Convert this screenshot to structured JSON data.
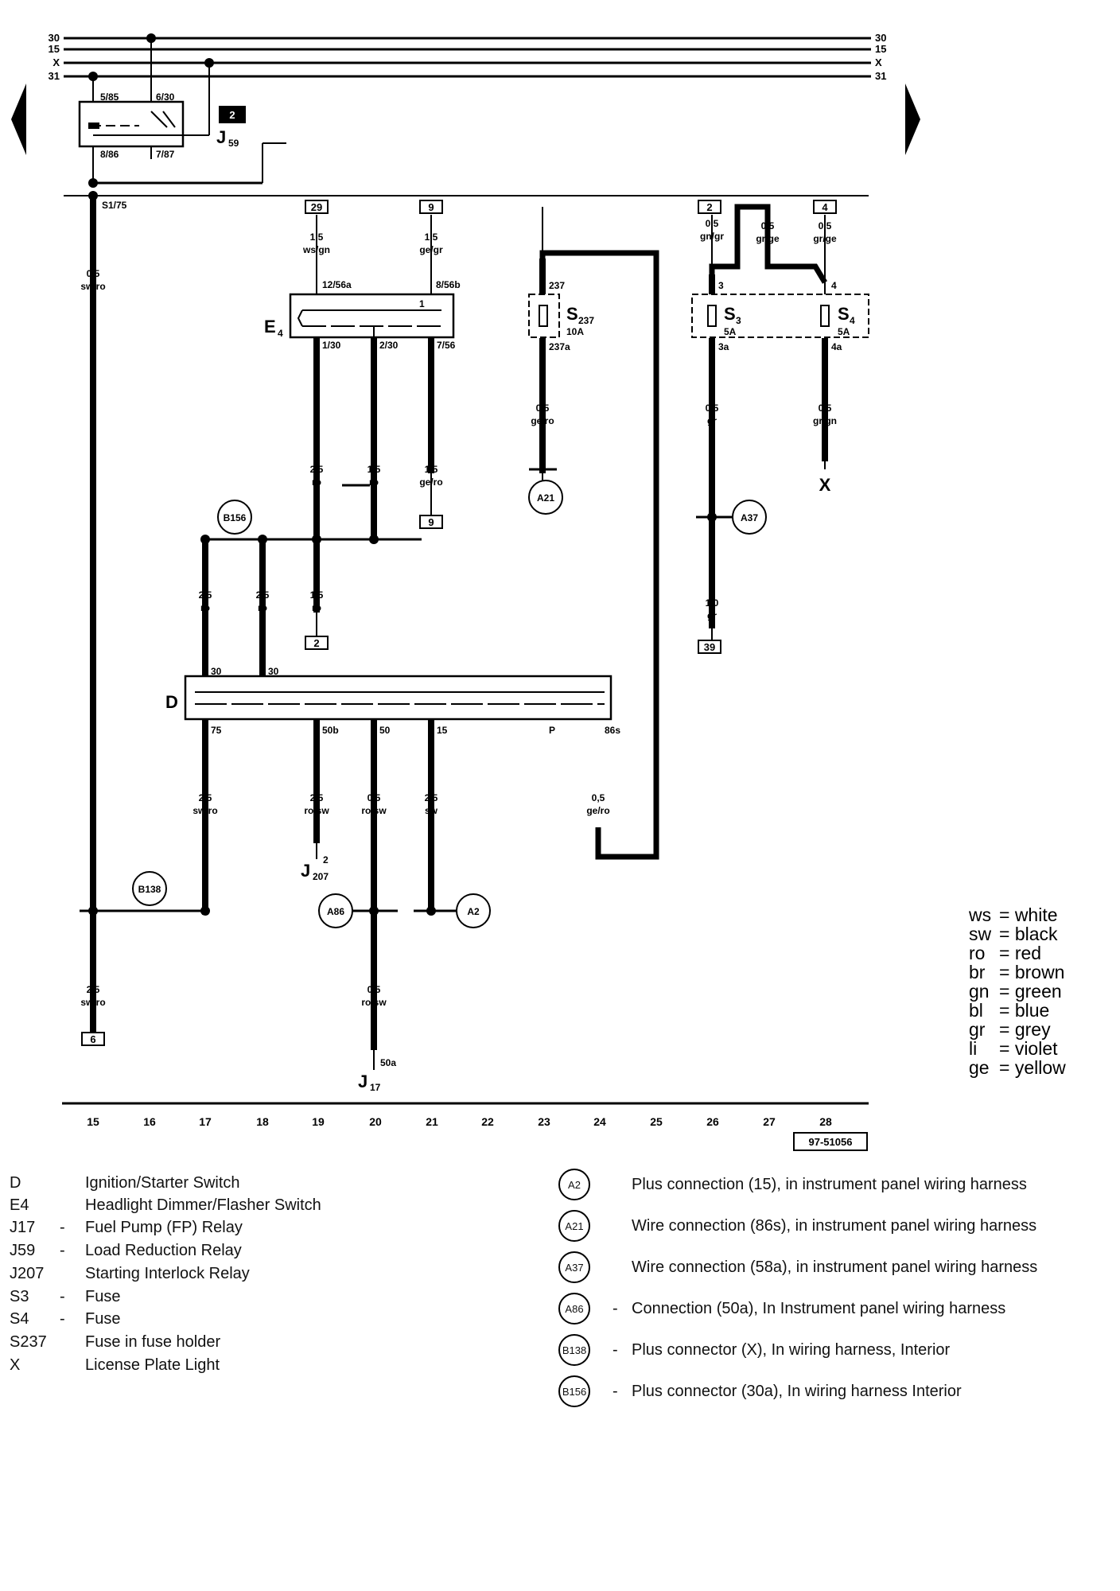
{
  "bus": [
    {
      "left": "30",
      "right": "30"
    },
    {
      "left": "15",
      "right": "15"
    },
    {
      "left": "X",
      "right": "X"
    },
    {
      "left": "31",
      "right": "31"
    }
  ],
  "components": {
    "J59": {
      "name": "J",
      "sub": "59",
      "badge": "2",
      "pins": [
        "5/85",
        "6/30",
        "8/86",
        "7/87"
      ]
    },
    "E4": {
      "name": "E",
      "sub": "4",
      "pins": [
        "12/56a",
        "8/56b",
        "1/30",
        "2/30",
        "7/56",
        "1"
      ]
    },
    "S237": {
      "name": "S",
      "sub": "237",
      "rating": "10A",
      "pin_in": "237",
      "pin_out": "237a"
    },
    "S3": {
      "name": "S",
      "sub": "3",
      "rating": "5A",
      "pin_in": "3",
      "pin_out": "3a"
    },
    "S4": {
      "name": "S",
      "sub": "4",
      "rating": "5A",
      "pin_in": "4",
      "pin_out": "4a"
    },
    "D": {
      "name": "D",
      "pins": [
        "30",
        "30",
        "75",
        "50b",
        "50",
        "15",
        "P",
        "86s"
      ]
    },
    "J207": {
      "name": "J",
      "sub": "207",
      "pin": "2"
    },
    "J17": {
      "name": "J",
      "sub": "17",
      "pin": "50a"
    },
    "X": {
      "name": "X"
    },
    "S175": "S1/75"
  },
  "wires": [
    {
      "size": "0,5",
      "color": "sw/ro"
    },
    {
      "size": "1,5",
      "color": "ws/gn"
    },
    {
      "size": "1,5",
      "color": "ge/gr"
    },
    {
      "size": "2,5",
      "color": "ro"
    },
    {
      "size": "1,5",
      "color": "ro"
    },
    {
      "size": "1,5",
      "color": "ge/ro"
    },
    {
      "size": "2,5",
      "color": "ro"
    },
    {
      "size": "2,5",
      "color": "ro"
    },
    {
      "size": "1,5",
      "color": "ro"
    },
    {
      "size": "0,5",
      "color": "ge/ro"
    },
    {
      "size": "0,5",
      "color": "gn/gr"
    },
    {
      "size": "0,5",
      "color": "gr/ge"
    },
    {
      "size": "0,5",
      "color": "gr/ge"
    },
    {
      "size": "0,5",
      "color": "gr"
    },
    {
      "size": "0,5",
      "color": "gr/gn"
    },
    {
      "size": "1,0",
      "color": "gr"
    },
    {
      "size": "2,5",
      "color": "sw/ro"
    },
    {
      "size": "2,5",
      "color": "ro/sw"
    },
    {
      "size": "0,5",
      "color": "ro/sw"
    },
    {
      "size": "2,5",
      "color": "sw"
    },
    {
      "size": "0,5",
      "color": "ge/ro"
    },
    {
      "size": "2,5",
      "color": "sw/ro"
    },
    {
      "size": "0,5",
      "color": "ro/sw"
    }
  ],
  "refs": [
    "29",
    "9",
    "2",
    "4",
    "9",
    "2",
    "39",
    "6"
  ],
  "connectors": [
    "B156",
    "A21",
    "A37",
    "B138",
    "A86",
    "A2"
  ],
  "columns": [
    "15",
    "16",
    "17",
    "18",
    "19",
    "20",
    "21",
    "22",
    "23",
    "24",
    "25",
    "26",
    "27",
    "28"
  ],
  "diagram_id": "97-51056",
  "wire_colors": [
    {
      "abbr": "ws",
      "name": "= white"
    },
    {
      "abbr": "sw",
      "name": "= black"
    },
    {
      "abbr": "ro",
      "name": "= red"
    },
    {
      "abbr": "br",
      "name": "= brown"
    },
    {
      "abbr": "gn",
      "name": "= green"
    },
    {
      "abbr": "bl",
      "name": "= blue"
    },
    {
      "abbr": "gr",
      "name": "= grey"
    },
    {
      "abbr": "li",
      "name": "= violet"
    },
    {
      "abbr": "ge",
      "name": "= yellow"
    }
  ],
  "component_key": [
    {
      "code": "D",
      "dash": "",
      "desc": "Ignition/Starter Switch"
    },
    {
      "code": "E4",
      "dash": "",
      "desc": "Headlight Dimmer/Flasher Switch"
    },
    {
      "code": "J17",
      "dash": "-",
      "desc": "Fuel Pump (FP) Relay"
    },
    {
      "code": "J59",
      "dash": "-",
      "desc": "Load Reduction Relay"
    },
    {
      "code": "J207",
      "dash": "",
      "desc": "Starting Interlock Relay"
    },
    {
      "code": "S3",
      "dash": "-",
      "desc": "Fuse"
    },
    {
      "code": "S4",
      "dash": "-",
      "desc": "Fuse"
    },
    {
      "code": "S237",
      "dash": "",
      "desc": "Fuse in fuse holder"
    },
    {
      "code": "X",
      "dash": "",
      "desc": "License Plate Light"
    }
  ],
  "connection_key": [
    {
      "code": "A2",
      "dash": "",
      "desc": "Plus connection (15), in instrument panel wiring harness"
    },
    {
      "code": "A21",
      "dash": "",
      "desc": "Wire connection (86s), in instrument panel wiring harness"
    },
    {
      "code": "A37",
      "dash": "",
      "desc": "Wire connection (58a), in instrument panel wiring harness"
    },
    {
      "code": "A86",
      "dash": "-",
      "desc": "Connection (50a), In Instrument panel wiring harness"
    },
    {
      "code": "B138",
      "dash": "-",
      "desc": "Plus connector (X), In wiring harness, Interior"
    },
    {
      "code": "B156",
      "dash": "-",
      "desc": "Plus connector (30a), In wiring harness Interior"
    }
  ]
}
